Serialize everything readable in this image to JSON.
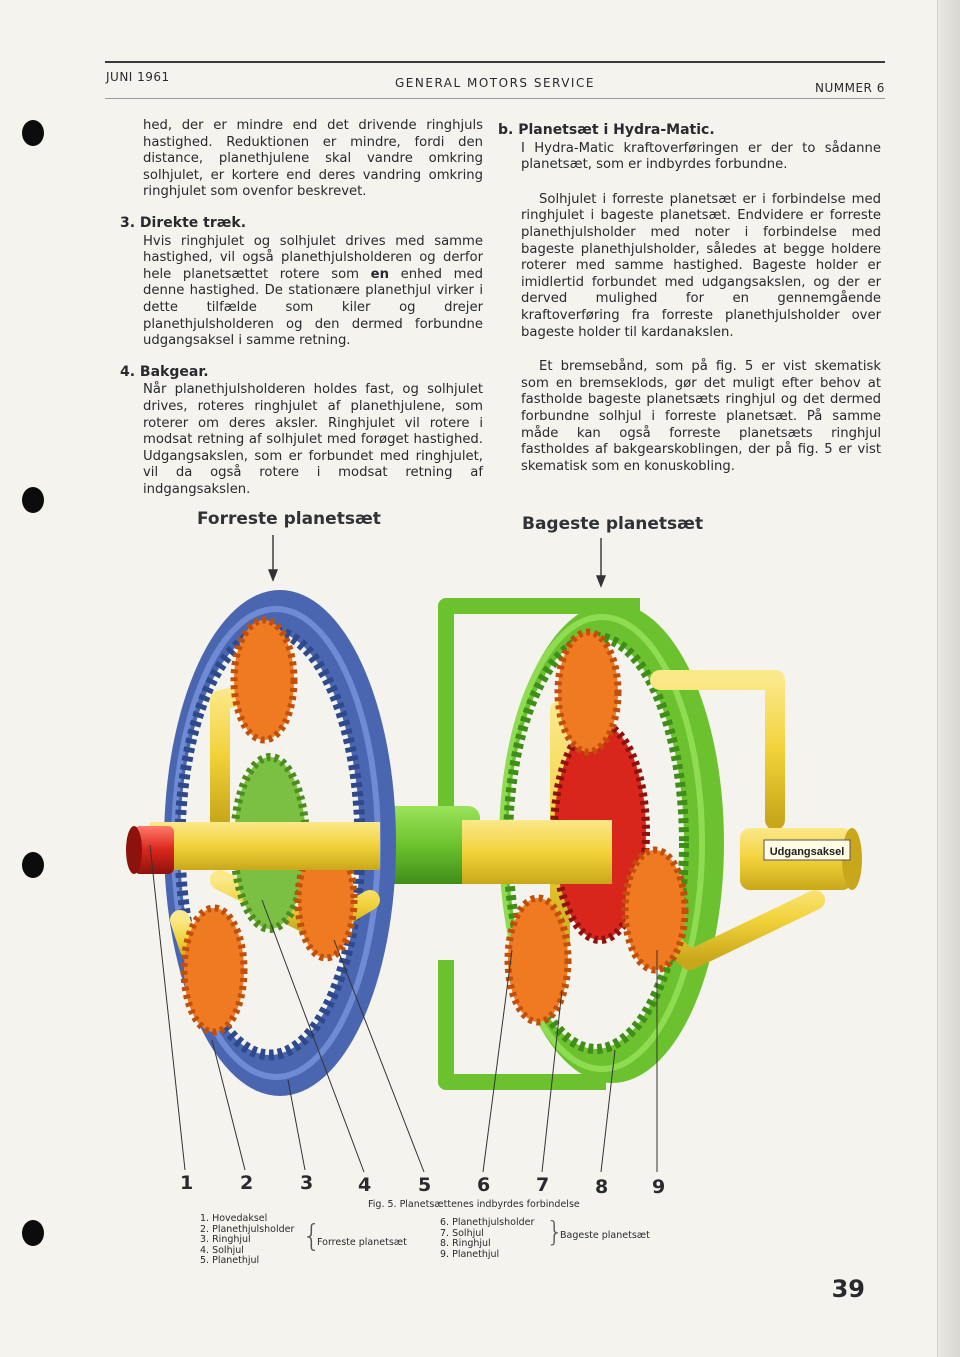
{
  "header": {
    "left": "JUNI 1961",
    "center": "GENERAL MOTORS SERVICE",
    "right": "NUMMER 6"
  },
  "left_col": {
    "intro": "hed, der er mindre end det drivende ringhjuls hastighed. Reduktionen er mindre, fordi den distance, planethjulene skal vandre omkring solhjulet, er kortere end deres vandring omkring ringhjulet som ovenfor beskrevet.",
    "s3_title": "3. Direkte træk.",
    "s3_body_a": "Hvis ringhjulet og solhjulet drives med samme hastighed, vil også planethjulsholderen og derfor hele planetsættet rotere som ",
    "s3_body_bold": "en",
    "s3_body_b": " enhed med denne hastighed. De stationære planethjul virker i dette tilfælde som kiler og drejer planethjulsholderen og den dermed forbundne udgangsaksel i samme retning.",
    "s4_title": "4. Bakgear.",
    "s4_body": "Når planethjulsholderen holdes fast, og solhjulet drives, roteres ringhjulet af planethjulene, som roterer om deres aksler. Ringhjulet vil rotere i modsat retning af solhjulet med forøget hastighed. Udgangsakslen, som er forbundet med ringhjulet, vil da også rotere i modsat retning af indgangsakslen."
  },
  "right_col": {
    "b_title": "b. Planetsæt i Hydra-Matic.",
    "b_body": "I Hydra-Matic kraftoverføringen er der to sådanne planetsæt, som er indbyrdes forbundne.",
    "p2": "Solhjulet i forreste planetsæt er i forbindelse med ringhjulet i bageste planetsæt. Endvidere er forreste planethjulsholder med noter i forbindelse med bageste planethjulsholder, således at begge holdere roterer med samme hastighed. Bageste holder er imidlertid forbundet med udgangsakslen, og der er derved mulighed for en gennemgående kraftoverføring fra forreste planethjulsholder over bageste holder til kardanakslen.",
    "p3": "Et bremsebånd, som på fig. 5 er vist skematisk som en bremseklods, gør det muligt efter behov at fastholde bageste planetsæts ringhjul og det dermed forbundne solhjul i forreste planetsæt. På samme måde kan også forreste planetsæts ringhjul fastholdes af bakgearskoblingen, der på fig. 5 er vist skematisk som en konuskobling."
  },
  "figure": {
    "label_front": "Forreste planetsæt",
    "label_rear": "Bageste planetsæt",
    "shaft_label": "Udgangsaksel",
    "numbers": [
      "1",
      "2",
      "3",
      "4",
      "5",
      "6",
      "7",
      "8",
      "9"
    ],
    "caption": "Fig. 5. Planetsættenes indbyrdes forbindelse",
    "legend_front": [
      "1. Hovedaksel",
      "2. Planethjulsholder",
      "3. Ringhjul",
      "4. Solhjul",
      "5. Planethjul"
    ],
    "legend_front_group": "Forreste planetsæt",
    "legend_rear": [
      "6. Planethjulsholder",
      "7. Solhjul",
      "8. Ringhjul",
      "9. Planethjul"
    ],
    "legend_rear_group": "Bageste planetsæt",
    "colors": {
      "front_ring": "#4a66b0",
      "rear_ring": "#7ed23a",
      "carrier": "#f2d23a",
      "planet": "#f07a22",
      "sun_front": "#7bc043",
      "sun_rear": "#d9261c",
      "main_shaft": "#d9261c"
    }
  },
  "page_number": "39"
}
